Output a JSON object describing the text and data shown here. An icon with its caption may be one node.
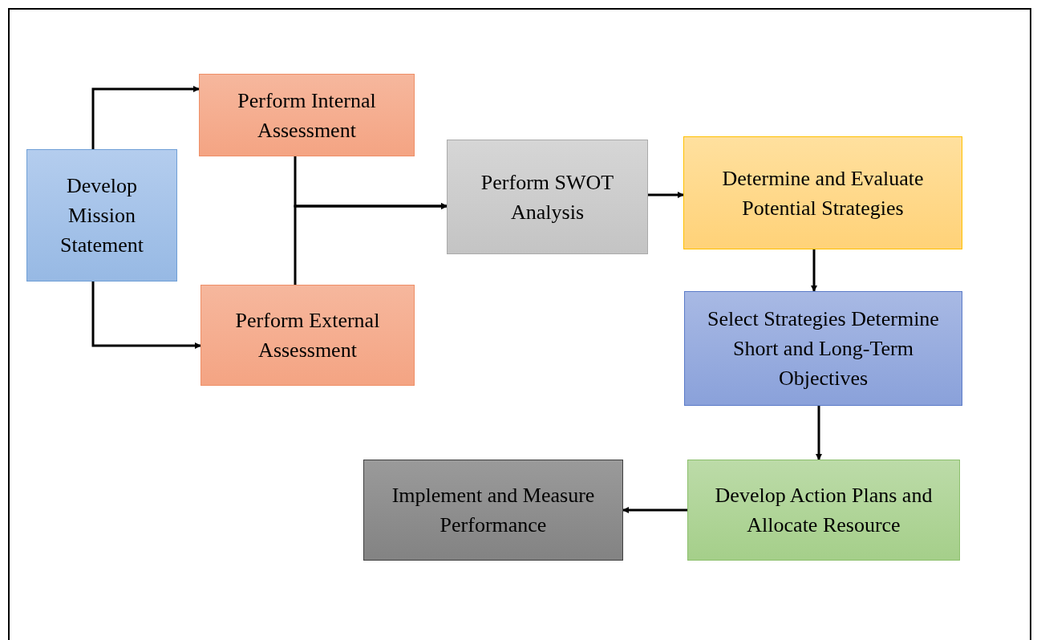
{
  "diagram": {
    "nodes": [
      {
        "text": [
          "Develop Mission Statement"
        ]
      },
      {
        "text": [
          "Perform Internal Assessment"
        ]
      },
      {
        "text": [
          "Perform External Assessment"
        ]
      },
      {
        "text": [
          "Perform SWOT Analysis"
        ]
      },
      {
        "text": [
          "Determine and Evaluate Potential Strategies"
        ]
      },
      {
        "text": [
          "Select Strategies Determine Short and Long-Term Objectives"
        ]
      },
      {
        "text": [
          "Develop Action Plans and Allocate Resource"
        ]
      },
      {
        "text": [
          "Implement and Measure Performance"
        ]
      }
    ],
    "edges": [
      {
        "from": 0,
        "to": 1,
        "arrow": "to"
      },
      {
        "from": 0,
        "to": 2,
        "arrow": "to"
      },
      {
        "from": 1,
        "to": 3,
        "arrow": "to"
      },
      {
        "from": 2,
        "to": 3,
        "arrow": "to"
      },
      {
        "from": 3,
        "to": 4,
        "arrow": "to"
      },
      {
        "from": 4,
        "to": 5,
        "arrow": "to"
      },
      {
        "from": 5,
        "to": 6,
        "arrow": "to"
      },
      {
        "from": 6,
        "to": 7,
        "arrow": "to"
      }
    ]
  }
}
